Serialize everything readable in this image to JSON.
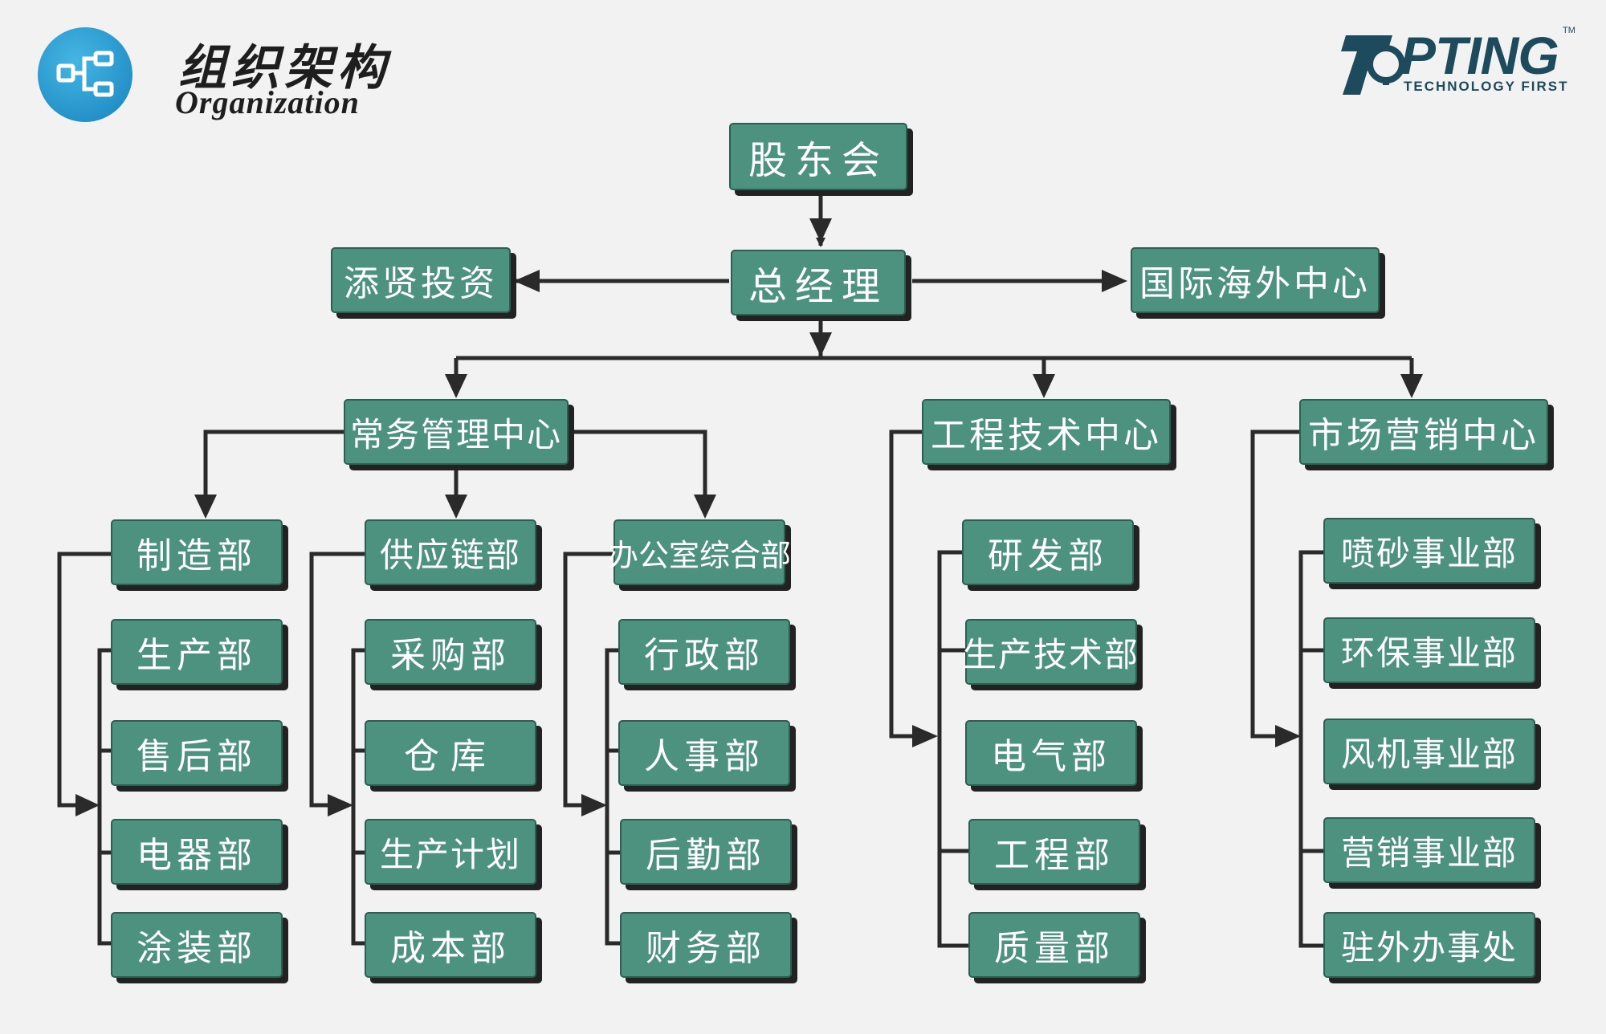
{
  "header": {
    "icon": "org-chart-icon",
    "title_cn": "组织架构",
    "title_en": "Organization"
  },
  "logo": {
    "name": "PTING",
    "tagline": "TECHNOLOGY FIRST",
    "tm": "TM"
  },
  "colors": {
    "node_fill": "#4d917f",
    "node_shadow": "#222222",
    "connector": "#2a2a2a",
    "icon_bg": "#2592c9",
    "logo": "#1d4a5c"
  },
  "chart": {
    "shareholders": "股东会",
    "gm": "总经理",
    "left_side": "添贤投资",
    "right_side": "国际海外中心",
    "centers": {
      "admin": "常务管理中心",
      "engineering": "工程技术中心",
      "marketing": "市场营销中心"
    },
    "admin_groups": {
      "manufacturing": {
        "head": "制造部",
        "items": [
          "生产部",
          "售后部",
          "电器部",
          "涂装部"
        ]
      },
      "supply": {
        "head": "供应链部",
        "items": [
          "采购部",
          "仓库",
          "生产计划",
          "成本部"
        ]
      },
      "office": {
        "head": "办公室综合部",
        "items": [
          "行政部",
          "人事部",
          "后勤部",
          "财务部"
        ]
      }
    },
    "engineering_items": [
      "研发部",
      "生产技术部",
      "电气部",
      "工程部",
      "质量部"
    ],
    "marketing_items": [
      "喷砂事业部",
      "环保事业部",
      "风机事业部",
      "营销事业部",
      "驻外办事处"
    ]
  }
}
